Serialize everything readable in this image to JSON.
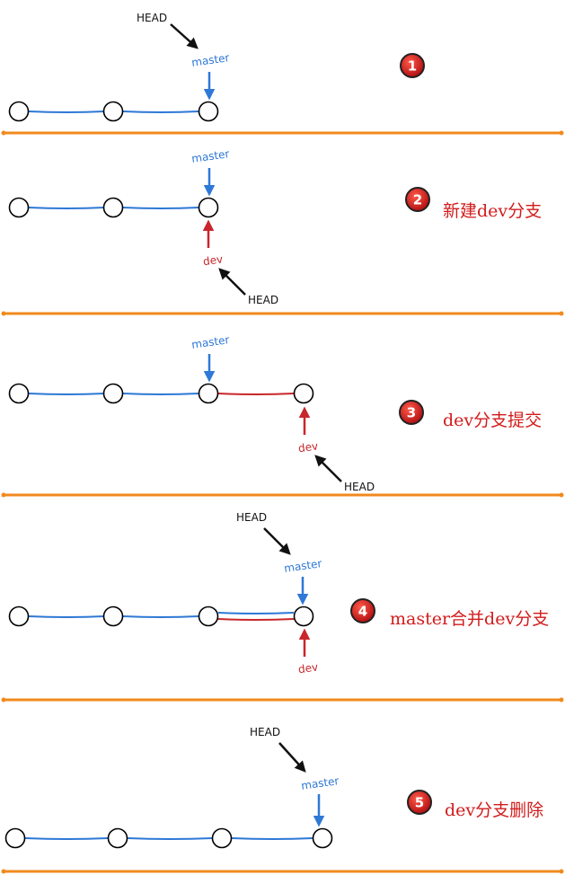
{
  "labels": {
    "master": "master",
    "dev": "dev",
    "head": "HEAD"
  },
  "steps": [
    {
      "number": "1",
      "caption": ""
    },
    {
      "number": "2",
      "caption": "新建dev分支"
    },
    {
      "number": "3",
      "caption": "dev分支提交"
    },
    {
      "number": "4",
      "caption": "master合并dev分支"
    },
    {
      "number": "5",
      "caption": "dev分支删除"
    }
  ],
  "colors": {
    "master": "#2e78d6",
    "dev": "#c8262b",
    "head": "#111111",
    "divider": "#f08a1c",
    "badge": "#d8181c",
    "caption": "#d21b1b"
  }
}
